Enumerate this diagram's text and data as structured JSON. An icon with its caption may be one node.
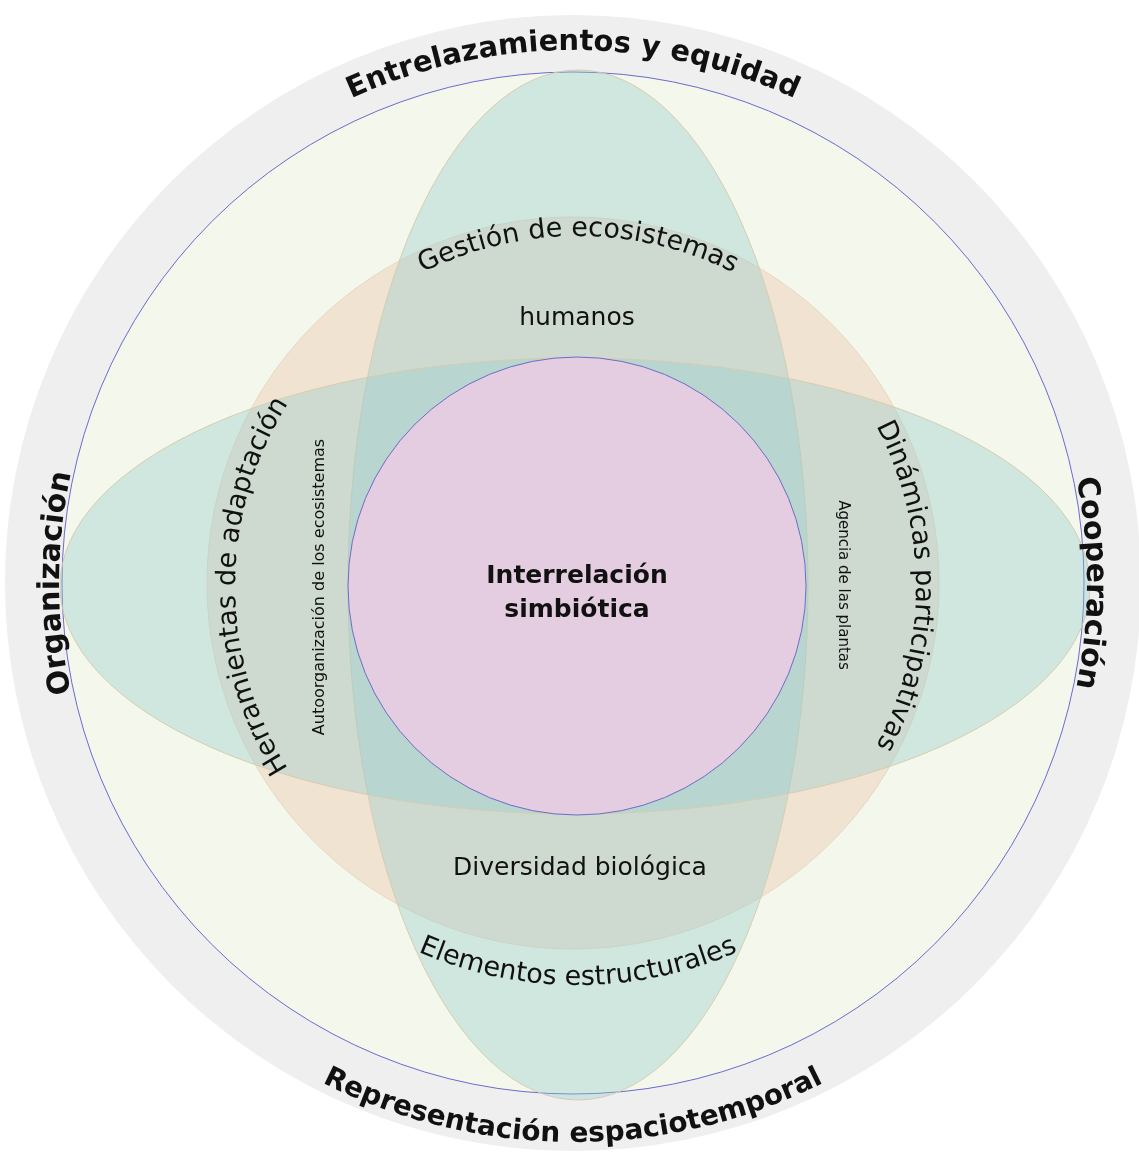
{
  "diagram": {
    "nodes": [
      {
        "text": [
          "Entrelazamientos y equidad",
          "Organización",
          "Cooperación",
          "Representación espaciotemporal"
        ]
      },
      {
        "text": [],
        "shape": "circle",
        "in": 0
      },
      {
        "text": [],
        "shape": "circle",
        "in": 1
      },
      {
        "text": [
          "Gestión de ecosistemas",
          "humanos",
          "Diversidad biológica",
          "Elementos estructurales"
        ],
        "in": 1
      },
      {
        "text": [
          "Herramientas de adaptación",
          "Autoorganización de los ecosistemas",
          "Dinámicas participativas",
          "Agencia de las plantas"
        ],
        "in": 1
      },
      {
        "text": [
          "Interrelación simbiótica"
        ]
      }
    ]
  }
}
